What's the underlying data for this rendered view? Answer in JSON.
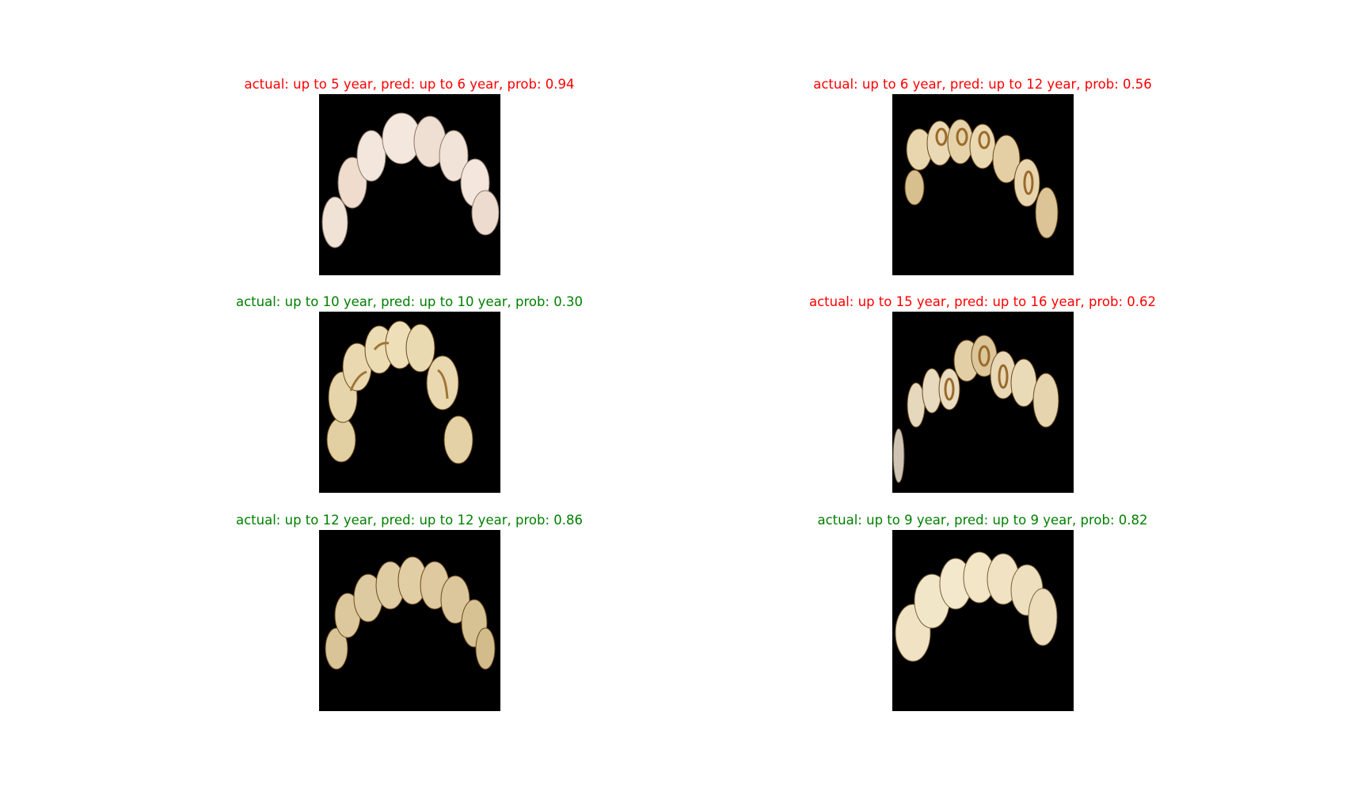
{
  "colors": {
    "mismatch": "#ff0000",
    "match": "#008000",
    "image_bg": "#000000"
  },
  "panels": [
    {
      "title": "actual: up to 5 year, pred: up to 6 year, prob: 0.94",
      "status": "mismatch",
      "image": "dental-crown-arch-image"
    },
    {
      "title": "actual: up to 6 year, pred: up to 12 year, prob: 0.56",
      "status": "mismatch",
      "image": "dental-crown-arch-image"
    },
    {
      "title": "actual: up to 10 year, pred: up to 10 year, prob: 0.30",
      "status": "match",
      "image": "dental-crown-arch-image"
    },
    {
      "title": "actual: up to 15 year, pred: up to 16 year, prob: 0.62",
      "status": "mismatch",
      "image": "dental-crown-arch-image"
    },
    {
      "title": "actual: up to 12 year, pred: up to 12 year, prob: 0.86",
      "status": "match",
      "image": "dental-crown-arch-image"
    },
    {
      "title": "actual: up to 9 year, pred: up to 9 year, prob: 0.82",
      "status": "match",
      "image": "dental-crown-arch-image"
    }
  ]
}
